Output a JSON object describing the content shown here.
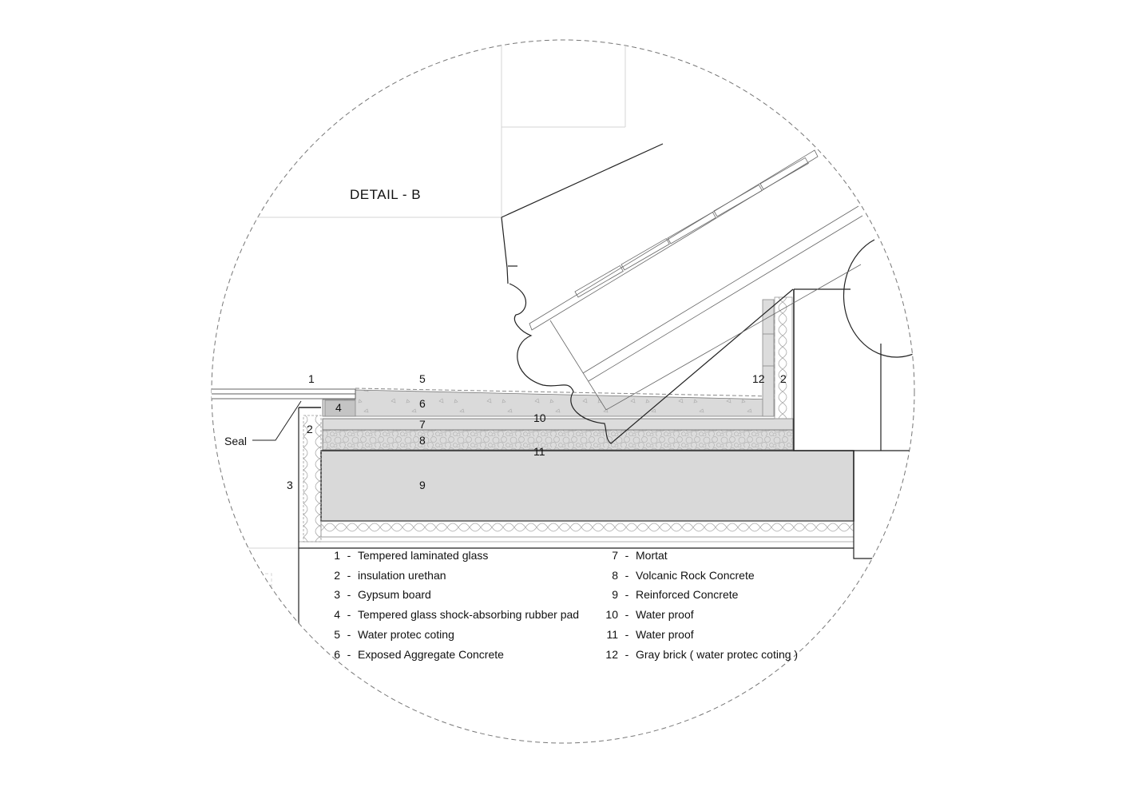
{
  "title": "DETAIL  -  B",
  "callouts": {
    "c1": "1",
    "c2_left": "2",
    "c3": "3",
    "c4": "4",
    "c5": "5",
    "c6": "6",
    "c7": "7",
    "c8": "8",
    "c9": "9",
    "c10": "10",
    "c11": "11",
    "c12": "12",
    "c2_right": "2",
    "seal": "Seal"
  },
  "legend": {
    "left": [
      {
        "num": "1",
        "label": "Tempered laminated glass"
      },
      {
        "num": "2",
        "label": "insulation urethan"
      },
      {
        "num": "3",
        "label": "Gypsum board"
      },
      {
        "num": "4",
        "label": "Tempered glass shock-absorbing rubber pad"
      },
      {
        "num": "5",
        "label": "Water protec coting"
      },
      {
        "num": "6",
        "label": "Exposed Aggregate Concrete"
      }
    ],
    "right": [
      {
        "num": "7",
        "label": "Mortat"
      },
      {
        "num": "8",
        "label": "Volcanic Rock Concrete"
      },
      {
        "num": "9",
        "label": "Reinforced Concrete"
      },
      {
        "num": "10",
        "label": "Water proof"
      },
      {
        "num": "11",
        "label": "Water proof"
      },
      {
        "num": "12",
        "label": "Gray brick ( water protec coting )"
      }
    ]
  },
  "colors": {
    "fill_concrete": "#d9d9d9",
    "fill_rubber": "#c8c8c8",
    "line": "#222222",
    "hatch": "#9a9a9a",
    "circle": "#777777"
  }
}
